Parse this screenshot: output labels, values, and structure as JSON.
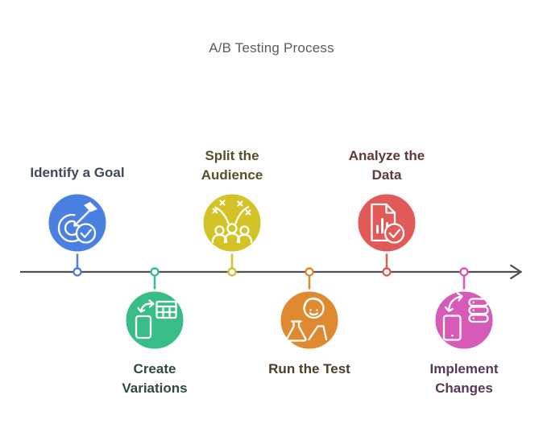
{
  "title": {
    "text": "A/B Testing Process",
    "color": "#5b5b5d"
  },
  "timeline": {
    "color": "#4f4f51"
  },
  "steps": [
    {
      "id": "identify-goal",
      "label": "Identify a Goal",
      "color": "#4a80e1",
      "label_color": "#3e4a5c",
      "icon": "target-goal-icon",
      "side": "above"
    },
    {
      "id": "create-variations",
      "label": "Create\nVariations",
      "color": "#39bd86",
      "label_color": "#2f4a3d",
      "icon": "device-table-swap-icon",
      "side": "below"
    },
    {
      "id": "split-audience",
      "label": "Split the\nAudience",
      "color": "#d4c327",
      "label_color": "#55502a",
      "icon": "audience-split-icon",
      "side": "above"
    },
    {
      "id": "run-test",
      "label": "Run the Test",
      "color": "#df8a30",
      "label_color": "#4e3e27",
      "icon": "scientist-flask-icon",
      "side": "below"
    },
    {
      "id": "analyze-data",
      "label": "Analyze the\nData",
      "color": "#e15a57",
      "label_color": "#5d3a3a",
      "icon": "report-check-icon",
      "side": "above"
    },
    {
      "id": "implement-changes",
      "label": "Implement\nChanges",
      "color": "#d75ab8",
      "label_color": "#593950",
      "icon": "device-database-swap-icon",
      "side": "below"
    }
  ]
}
